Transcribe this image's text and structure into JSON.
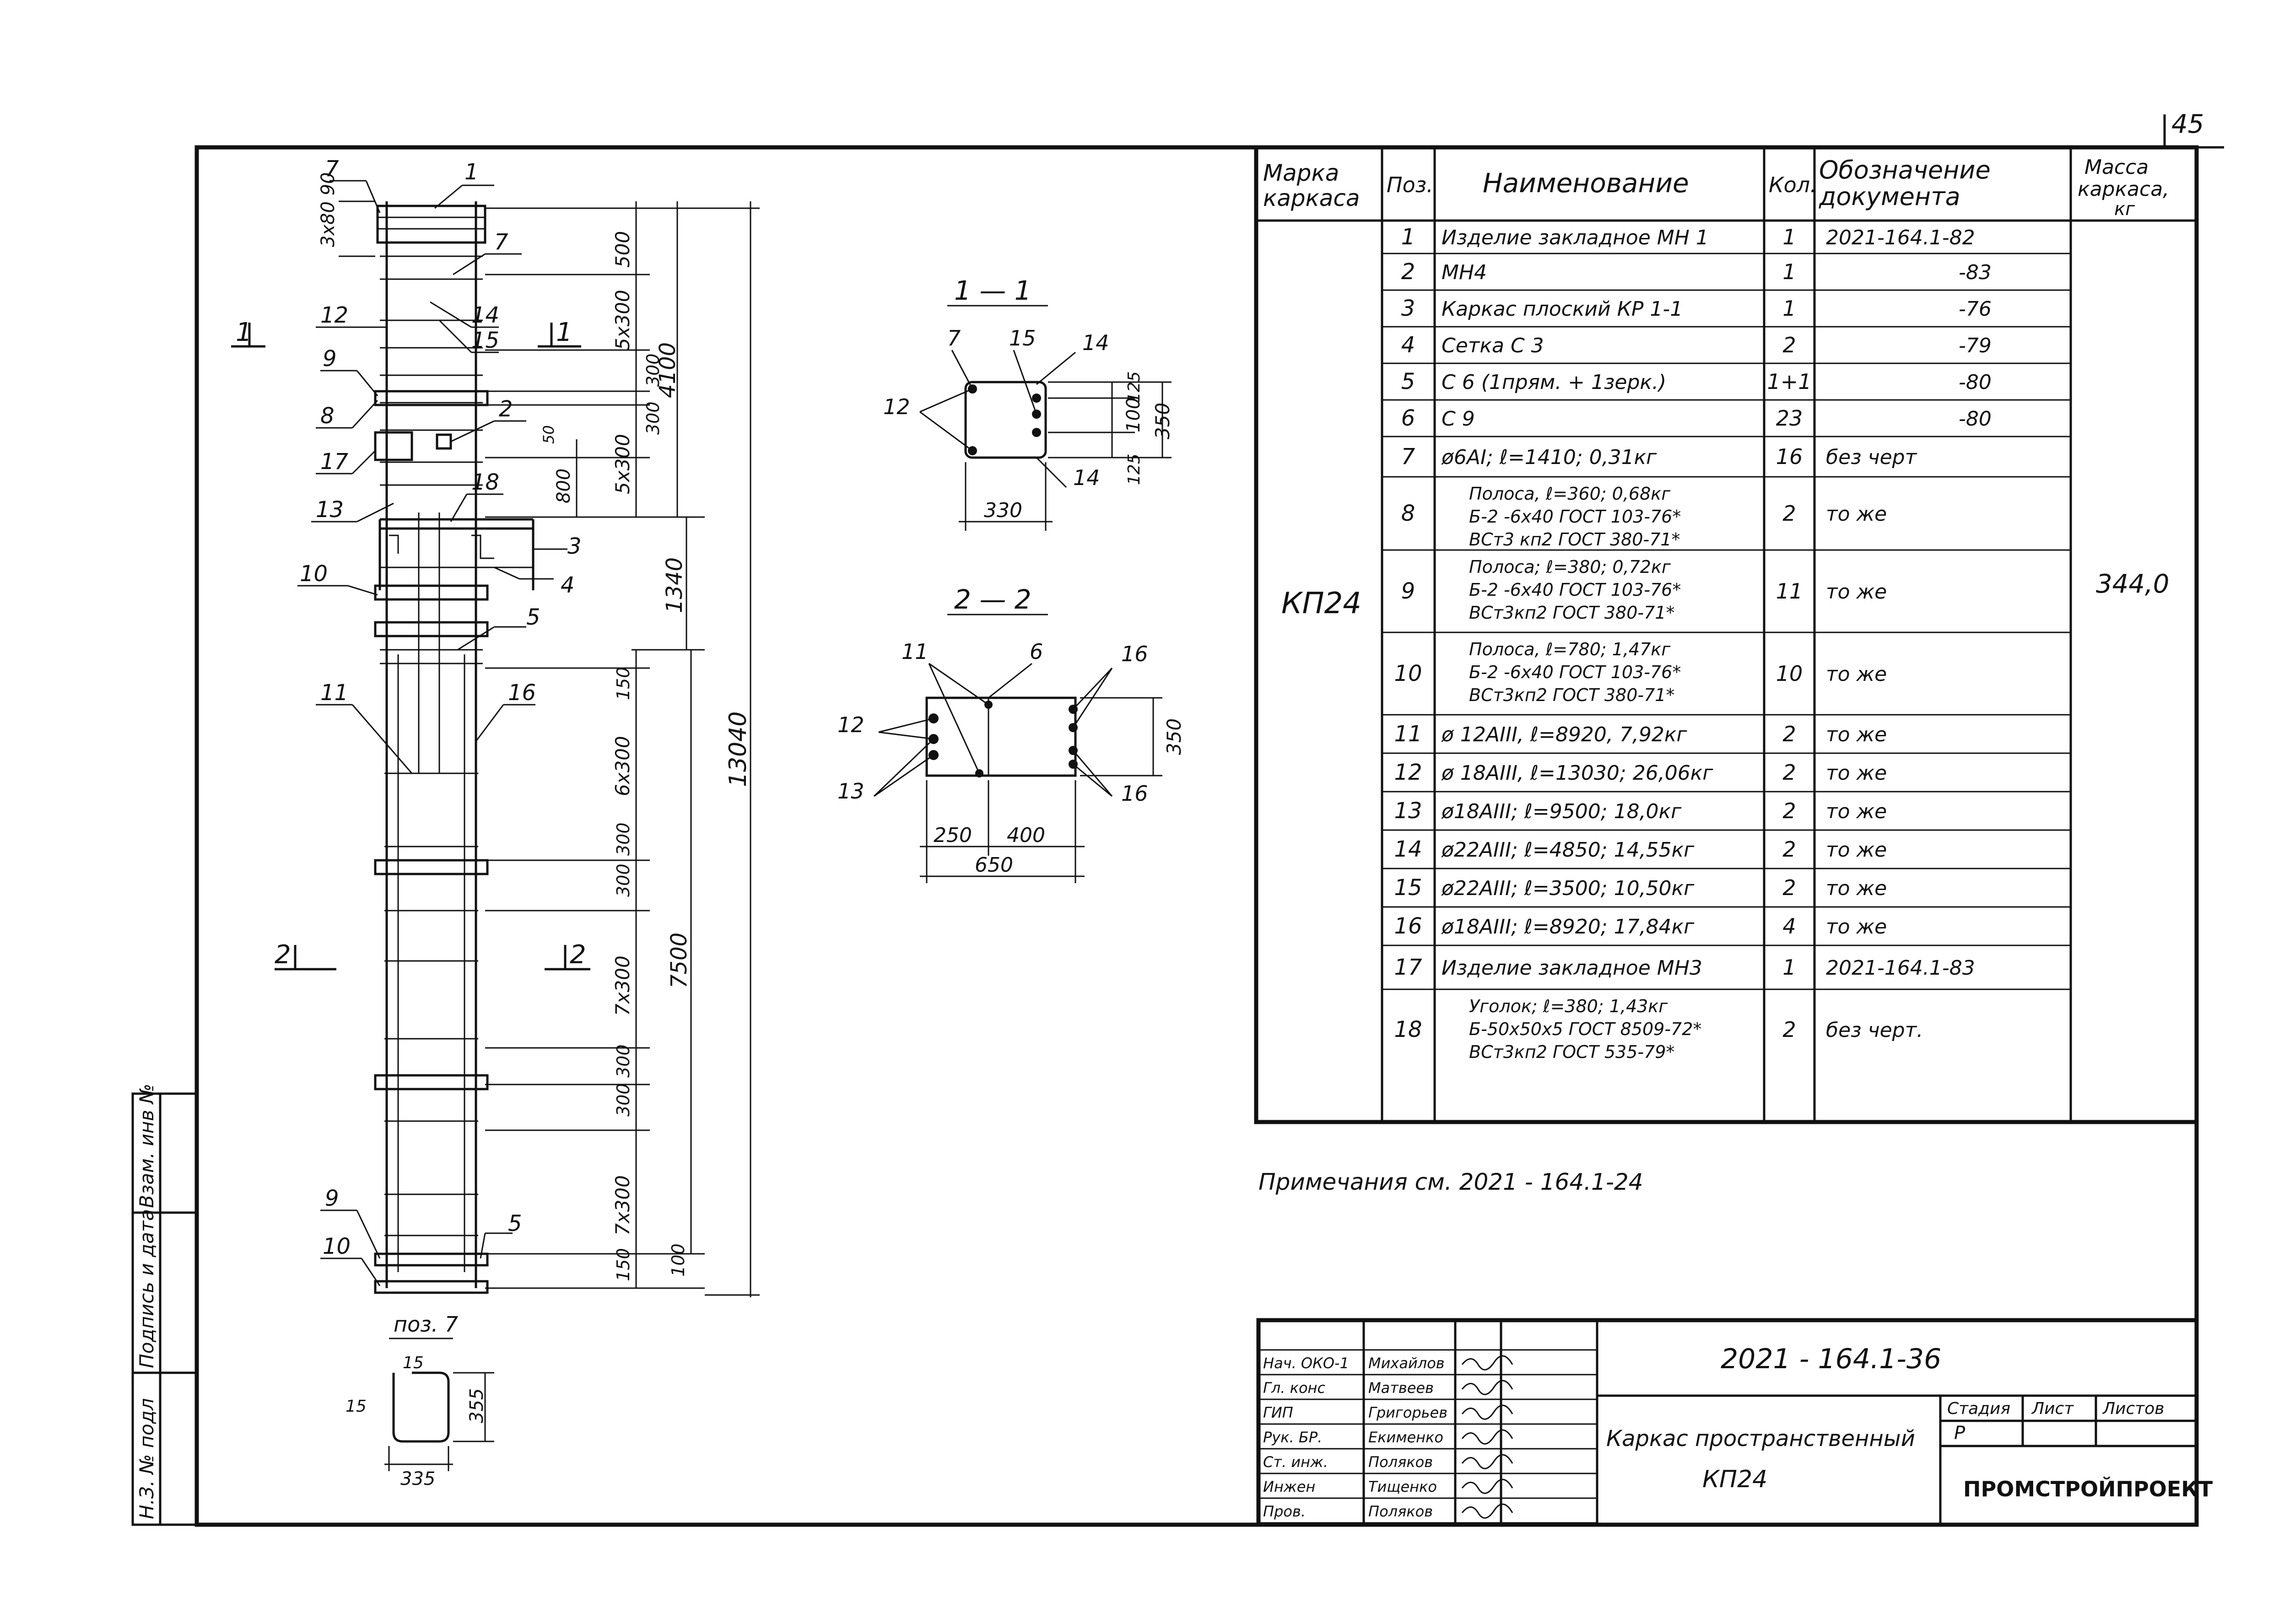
{
  "sheet": {
    "page_number": "45",
    "notes": "Примечания см. 2021 - 164.1-24"
  },
  "left_strip": {
    "inv_orig": "Н.З. № подл",
    "sign_date": "Подпись и дата",
    "inv_dup": "Взам. инв №"
  },
  "elevation": {
    "section_1_left": "1",
    "section_1_right": "1",
    "section_2_left": "2",
    "section_2_right": "2",
    "dims": {
      "top_spacing": "3x80 90",
      "d500": "500",
      "d5x300_top": "5x300",
      "d300_a": "300",
      "d300_b": "300",
      "d5x300_mid": "5x300",
      "d800": "800",
      "d50": "50",
      "d4100": "4100",
      "d1340": "1340",
      "d150_top": "150",
      "d6x300": "6x300",
      "d300_c": "300",
      "d300_d": "300",
      "d7x300_a": "7x300",
      "d300_e": "300",
      "d300_f": "300",
      "d7x300_b": "7x300",
      "d150_bot": "150",
      "d7500": "7500",
      "d100": "100",
      "d13040": "13040"
    },
    "callouts": [
      "7",
      "1",
      "7",
      "12",
      "14",
      "15",
      "9",
      "8",
      "2",
      "17",
      "18",
      "13",
      "3",
      "10",
      "4",
      "5",
      "11",
      "16",
      "9",
      "5",
      "10"
    ]
  },
  "pos7_detail": {
    "title": "поз. 7",
    "d15_top": "15",
    "d15_left": "15",
    "d355": "355",
    "d335": "335"
  },
  "section_1": {
    "title": "1 — 1",
    "callouts": [
      "7",
      "15",
      "14",
      "12",
      "14"
    ],
    "d125_top": "125",
    "d100": "100",
    "d350": "350",
    "d125_bot": "125",
    "d330": "330"
  },
  "section_2": {
    "title": "2 — 2",
    "callouts": [
      "11",
      "6",
      "16",
      "12",
      "13",
      "16"
    ],
    "d350": "350",
    "d250": "250",
    "d400": "400",
    "d650": "650"
  },
  "spec_table": {
    "headers": {
      "mark": [
        "Марка",
        "каркаса"
      ],
      "pos": "Поз.",
      "name": "Наименование",
      "qty": "Кол.",
      "doc": [
        "Обозначение",
        "документа"
      ],
      "mass": [
        "Масса",
        "каркаса,",
        "кг"
      ]
    },
    "mark": "КП24",
    "mass": "344,0",
    "rows": [
      {
        "pos": "1",
        "name": [
          "Изделие закладное МН 1"
        ],
        "qty": "1",
        "doc": "2021-164.1-82"
      },
      {
        "pos": "2",
        "name": [
          "МН4"
        ],
        "qty": "1",
        "doc": "-83"
      },
      {
        "pos": "3",
        "name": [
          "Каркас плоский КР 1-1"
        ],
        "qty": "1",
        "doc": "-76"
      },
      {
        "pos": "4",
        "name": [
          "Сетка С 3"
        ],
        "qty": "2",
        "doc": "-79"
      },
      {
        "pos": "5",
        "name": [
          "С 6 (1прям. + 1зерк.)"
        ],
        "qty": "1+1",
        "doc": "-80"
      },
      {
        "pos": "6",
        "name": [
          "С 9"
        ],
        "qty": "23",
        "doc": "-80"
      },
      {
        "pos": "7",
        "name": [
          "ø6АI; ℓ=1410; 0,31кг"
        ],
        "qty": "16",
        "doc": "без черт"
      },
      {
        "pos": "8",
        "name": [
          "Полоса, ℓ=360; 0,68кг",
          "Б-2 -6x40 ГОСТ 103-76*",
          "ВСт3 кп2 ГОСТ 380-71*"
        ],
        "qty": "2",
        "doc": "то же"
      },
      {
        "pos": "9",
        "name": [
          "Полоса; ℓ=380; 0,72кг",
          "Б-2 -6x40 ГОСТ 103-76*",
          "ВСт3кп2 ГОСТ 380-71*"
        ],
        "qty": "11",
        "doc": "то же"
      },
      {
        "pos": "10",
        "name": [
          "Полоса, ℓ=780; 1,47кг",
          "Б-2 -6x40 ГОСТ 103-76*",
          "ВСт3кп2 ГОСТ 380-71*"
        ],
        "qty": "10",
        "doc": "то же"
      },
      {
        "pos": "11",
        "name": [
          "ø 12АIII, ℓ=8920, 7,92кг"
        ],
        "qty": "2",
        "doc": "то же"
      },
      {
        "pos": "12",
        "name": [
          "ø 18АIII, ℓ=13030; 26,06кг"
        ],
        "qty": "2",
        "doc": "то же"
      },
      {
        "pos": "13",
        "name": [
          "ø18АIII; ℓ=9500; 18,0кг"
        ],
        "qty": "2",
        "doc": "то же"
      },
      {
        "pos": "14",
        "name": [
          "ø22АIII; ℓ=4850; 14,55кг"
        ],
        "qty": "2",
        "doc": "то же"
      },
      {
        "pos": "15",
        "name": [
          "ø22АIII; ℓ=3500; 10,50кг"
        ],
        "qty": "2",
        "doc": "то же"
      },
      {
        "pos": "16",
        "name": [
          "ø18АIII; ℓ=8920; 17,84кг"
        ],
        "qty": "4",
        "doc": "то же"
      },
      {
        "pos": "17",
        "name": [
          "Изделие закладное МН3"
        ],
        "qty": "1",
        "doc": "2021-164.1-83"
      },
      {
        "pos": "18",
        "name": [
          "Уголок; ℓ=380; 1,43кг",
          "Б-50x50x5 ГОСТ 8509-72*",
          "ВСт3кп2 ГОСТ 535-79*"
        ],
        "qty": "2",
        "doc": "без черт."
      }
    ]
  },
  "title_block": {
    "doc_code": "2021 - 164.1-36",
    "title_line1": "Каркас пространственный",
    "title_line2": "КП24",
    "stage_label": "Стадия",
    "sheet_label": "Лист",
    "sheets_label": "Листов",
    "stage_value": "Р",
    "org": "ПРОМСТРОЙПРОЕКТ",
    "signatures": [
      {
        "role": "Нач. ОКО-1",
        "name": "Михайлов"
      },
      {
        "role": "Гл. конс",
        "name": "Матвеев"
      },
      {
        "role": "ГИП",
        "name": "Григорьев"
      },
      {
        "role": "Рук. БР.",
        "name": "Екименко"
      },
      {
        "role": "Ст. инж.",
        "name": "Поляков"
      },
      {
        "role": "Инжен",
        "name": "Тищенко"
      },
      {
        "role": "Пров.",
        "name": "Поляков"
      }
    ]
  }
}
